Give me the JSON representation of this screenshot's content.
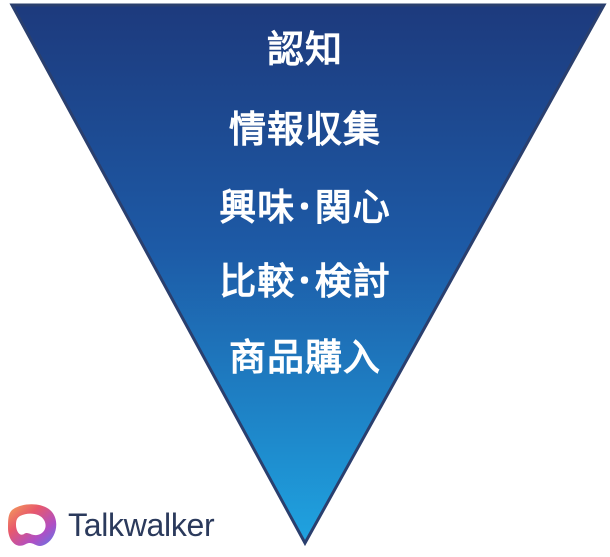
{
  "funnel": {
    "stages": [
      {
        "label": "認知"
      },
      {
        "label": "情報収集"
      },
      {
        "label": "興味･関心"
      },
      {
        "label": "比較･検討"
      },
      {
        "label": "商品購入"
      }
    ],
    "colors": {
      "top": "#1d3a7d",
      "bottom": "#1fa3e0",
      "text": "#ffffff"
    }
  },
  "brand": {
    "name": "Talkwalker",
    "logo_icon": "talkwalker-logo-icon",
    "text_color": "#2b3a5c"
  }
}
